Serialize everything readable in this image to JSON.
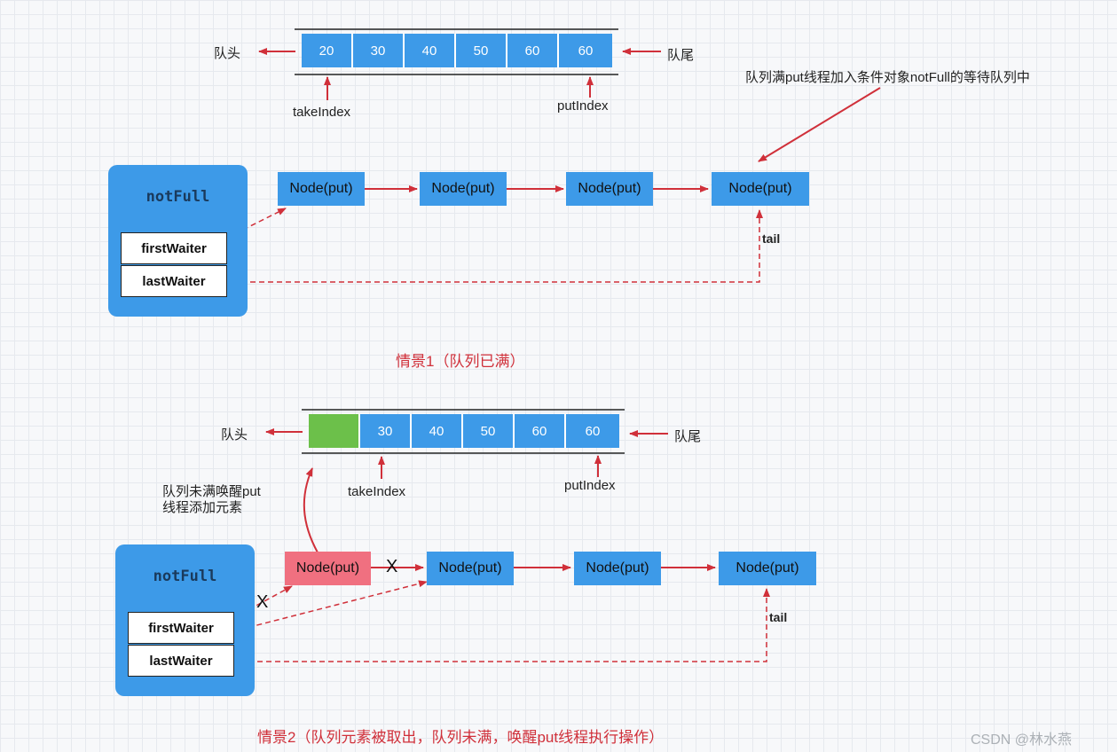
{
  "scenario1": {
    "queue_head": "队头",
    "queue_tail": "队尾",
    "cells": [
      "20",
      "30",
      "40",
      "50",
      "60",
      "60"
    ],
    "take_index": "takeIndex",
    "put_index": "putIndex",
    "annotation": "队列满put线程加入条件对象notFull的等待队列中",
    "condition": "notFull",
    "first_waiter": "firstWaiter",
    "last_waiter": "lastWaiter",
    "nodes": [
      "Node(put)",
      "Node(put)",
      "Node(put)",
      "Node(put)"
    ],
    "tail": "tail",
    "caption": "情景1（队列已满）"
  },
  "scenario2": {
    "queue_head": "队头",
    "queue_tail": "队尾",
    "cells": [
      "",
      "30",
      "40",
      "50",
      "60",
      "60"
    ],
    "take_index": "takeIndex",
    "put_index": "putIndex",
    "annotation_line1": "队列未满唤醒put",
    "annotation_line2": "线程添加元素",
    "condition": "notFull",
    "first_waiter": "firstWaiter",
    "last_waiter": "lastWaiter",
    "nodes": [
      "Node(put)",
      "Node(put)",
      "Node(put)",
      "Node(put)"
    ],
    "cut_mark_1": "X",
    "cut_mark_2": "X",
    "tail": "tail",
    "caption": "情景2（队列元素被取出，队列未满，唤醒put线程执行操作）"
  },
  "watermark": "CSDN @林水燕"
}
